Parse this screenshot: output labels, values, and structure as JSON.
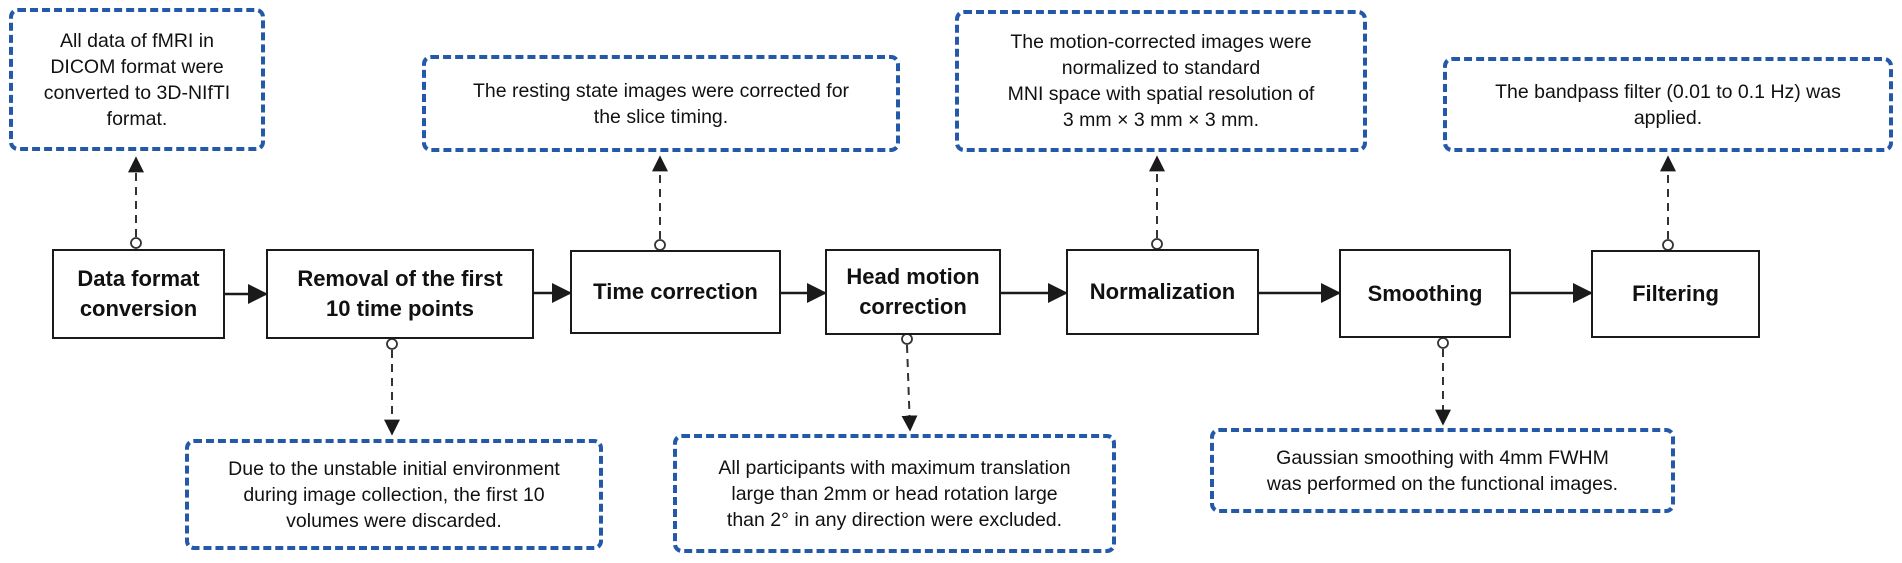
{
  "steps": [
    {
      "label": "Data format\nconversion"
    },
    {
      "label": "Removal of the first\n10 time points"
    },
    {
      "label": "Time correction"
    },
    {
      "label": "Head motion\ncorrection"
    },
    {
      "label": "Normalization"
    },
    {
      "label": "Smoothing"
    },
    {
      "label": "Filtering"
    }
  ],
  "notes": {
    "format": "All data of fMRI in\nDICOM format were\nconverted to 3D-NIfTI\nformat.",
    "removal": "Due to the unstable initial environment\nduring image collection, the first 10\nvolumes were discarded.",
    "timing": "The resting state images were corrected for\nthe slice timing.",
    "motion": "All participants with maximum translation\nlarge than 2mm or head rotation large\nthan 2° in any direction were excluded.",
    "normalization": "The motion-corrected images were\nnormalized to standard\nMNI space with spatial resolution of\n3 mm × 3 mm × 3 mm.",
    "smoothing": "Gaussian smoothing with 4mm FWHM\nwas performed on the functional images.",
    "filtering": "The bandpass filter (0.01 to 0.1 Hz) was\napplied."
  }
}
